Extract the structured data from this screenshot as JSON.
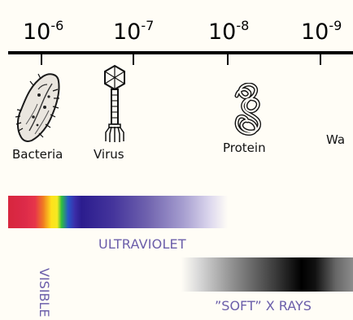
{
  "scale": {
    "labels": [
      {
        "base": "10",
        "exp": "-6"
      },
      {
        "base": "10",
        "exp": "-7"
      },
      {
        "base": "10",
        "exp": "-8"
      },
      {
        "base": "10",
        "exp": "-9"
      }
    ]
  },
  "objects": {
    "bacteria": "Bacteria",
    "virus": "Virus",
    "protein": "Protein",
    "water": "Wa"
  },
  "bands": {
    "visible": "VISIBLE",
    "ultraviolet": "ULTRAVIOLET",
    "soft_xrays": "”SOFT” X RAYS"
  },
  "colors": {
    "background": "#fffdf6",
    "band_label": "#6b5eaa",
    "scale_line": "#000000",
    "visible_band": [
      "#d7263d",
      "#f07c22",
      "#ffe11b",
      "#2fbf3e",
      "#2757c8",
      "#2b1c8e"
    ],
    "ultraviolet_band": [
      "#2b1c8e",
      "#6f62ae",
      "#ddd8ee"
    ],
    "soft_xray_band": [
      "#fffdf6",
      "#8f8f8f",
      "#000000",
      "#8c8c8c"
    ]
  },
  "icons": {
    "bacteria": "bacterium-icon",
    "virus": "virus-icon",
    "protein": "protein-icon"
  }
}
